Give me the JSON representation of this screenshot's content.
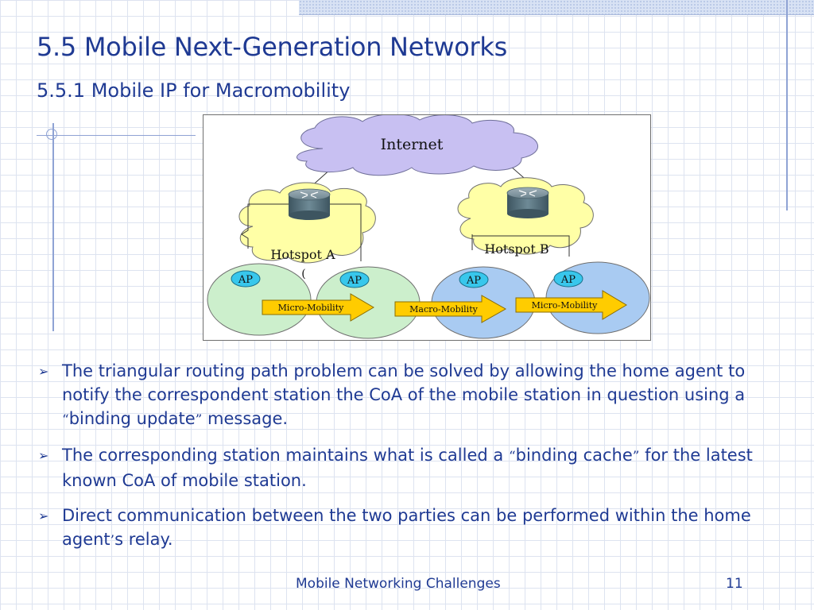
{
  "slide": {
    "title": "5.5 Mobile Next-Generation Networks",
    "subtitle": "5.5.1 Mobile IP for Macromobility"
  },
  "diagram": {
    "internet_label": "Internet",
    "hotspot_a_label": "Hotspot A",
    "hotspot_b_label": "Hotspot B",
    "ap_label": "AP",
    "micro_mobility_label": "Micro-Mobility",
    "macro_mobility_label": "Macro-Mobility",
    "stray_paren": "("
  },
  "bullets": [
    {
      "part1": "The triangular routing path problem can be solved by allowing the home agent to notify the correspondent station the CoA of the mobile station in question using a ",
      "open_quote": "“",
      "term": "binding update",
      "close_quote": "”",
      "part2": " message."
    },
    {
      "part1": "The corresponding station maintains what is called a ",
      "open_quote": "“",
      "term": "binding cache",
      "close_quote": "”",
      "part2": " for the latest known CoA of mobile station."
    },
    {
      "part1": "Direct communication between the two parties can be performed within the home agent",
      "apostrophe": "’",
      "part2": "s relay."
    }
  ],
  "footer": {
    "text": "Mobile Networking Challenges",
    "page_number": "11"
  },
  "colors": {
    "text": "#1f3a93",
    "grid": "#dde3f0",
    "cloud": "#c8c0f2",
    "hotspot_cloud": "#ffffa6",
    "cell_green": "#ccefcc",
    "cell_blue": "#a9cbf2",
    "ap_fill": "#38c7ec",
    "arrow_fill": "#ffcc00"
  },
  "icons": {
    "bullet": "arrowhead-bullet-icon",
    "router": "router-icon"
  }
}
